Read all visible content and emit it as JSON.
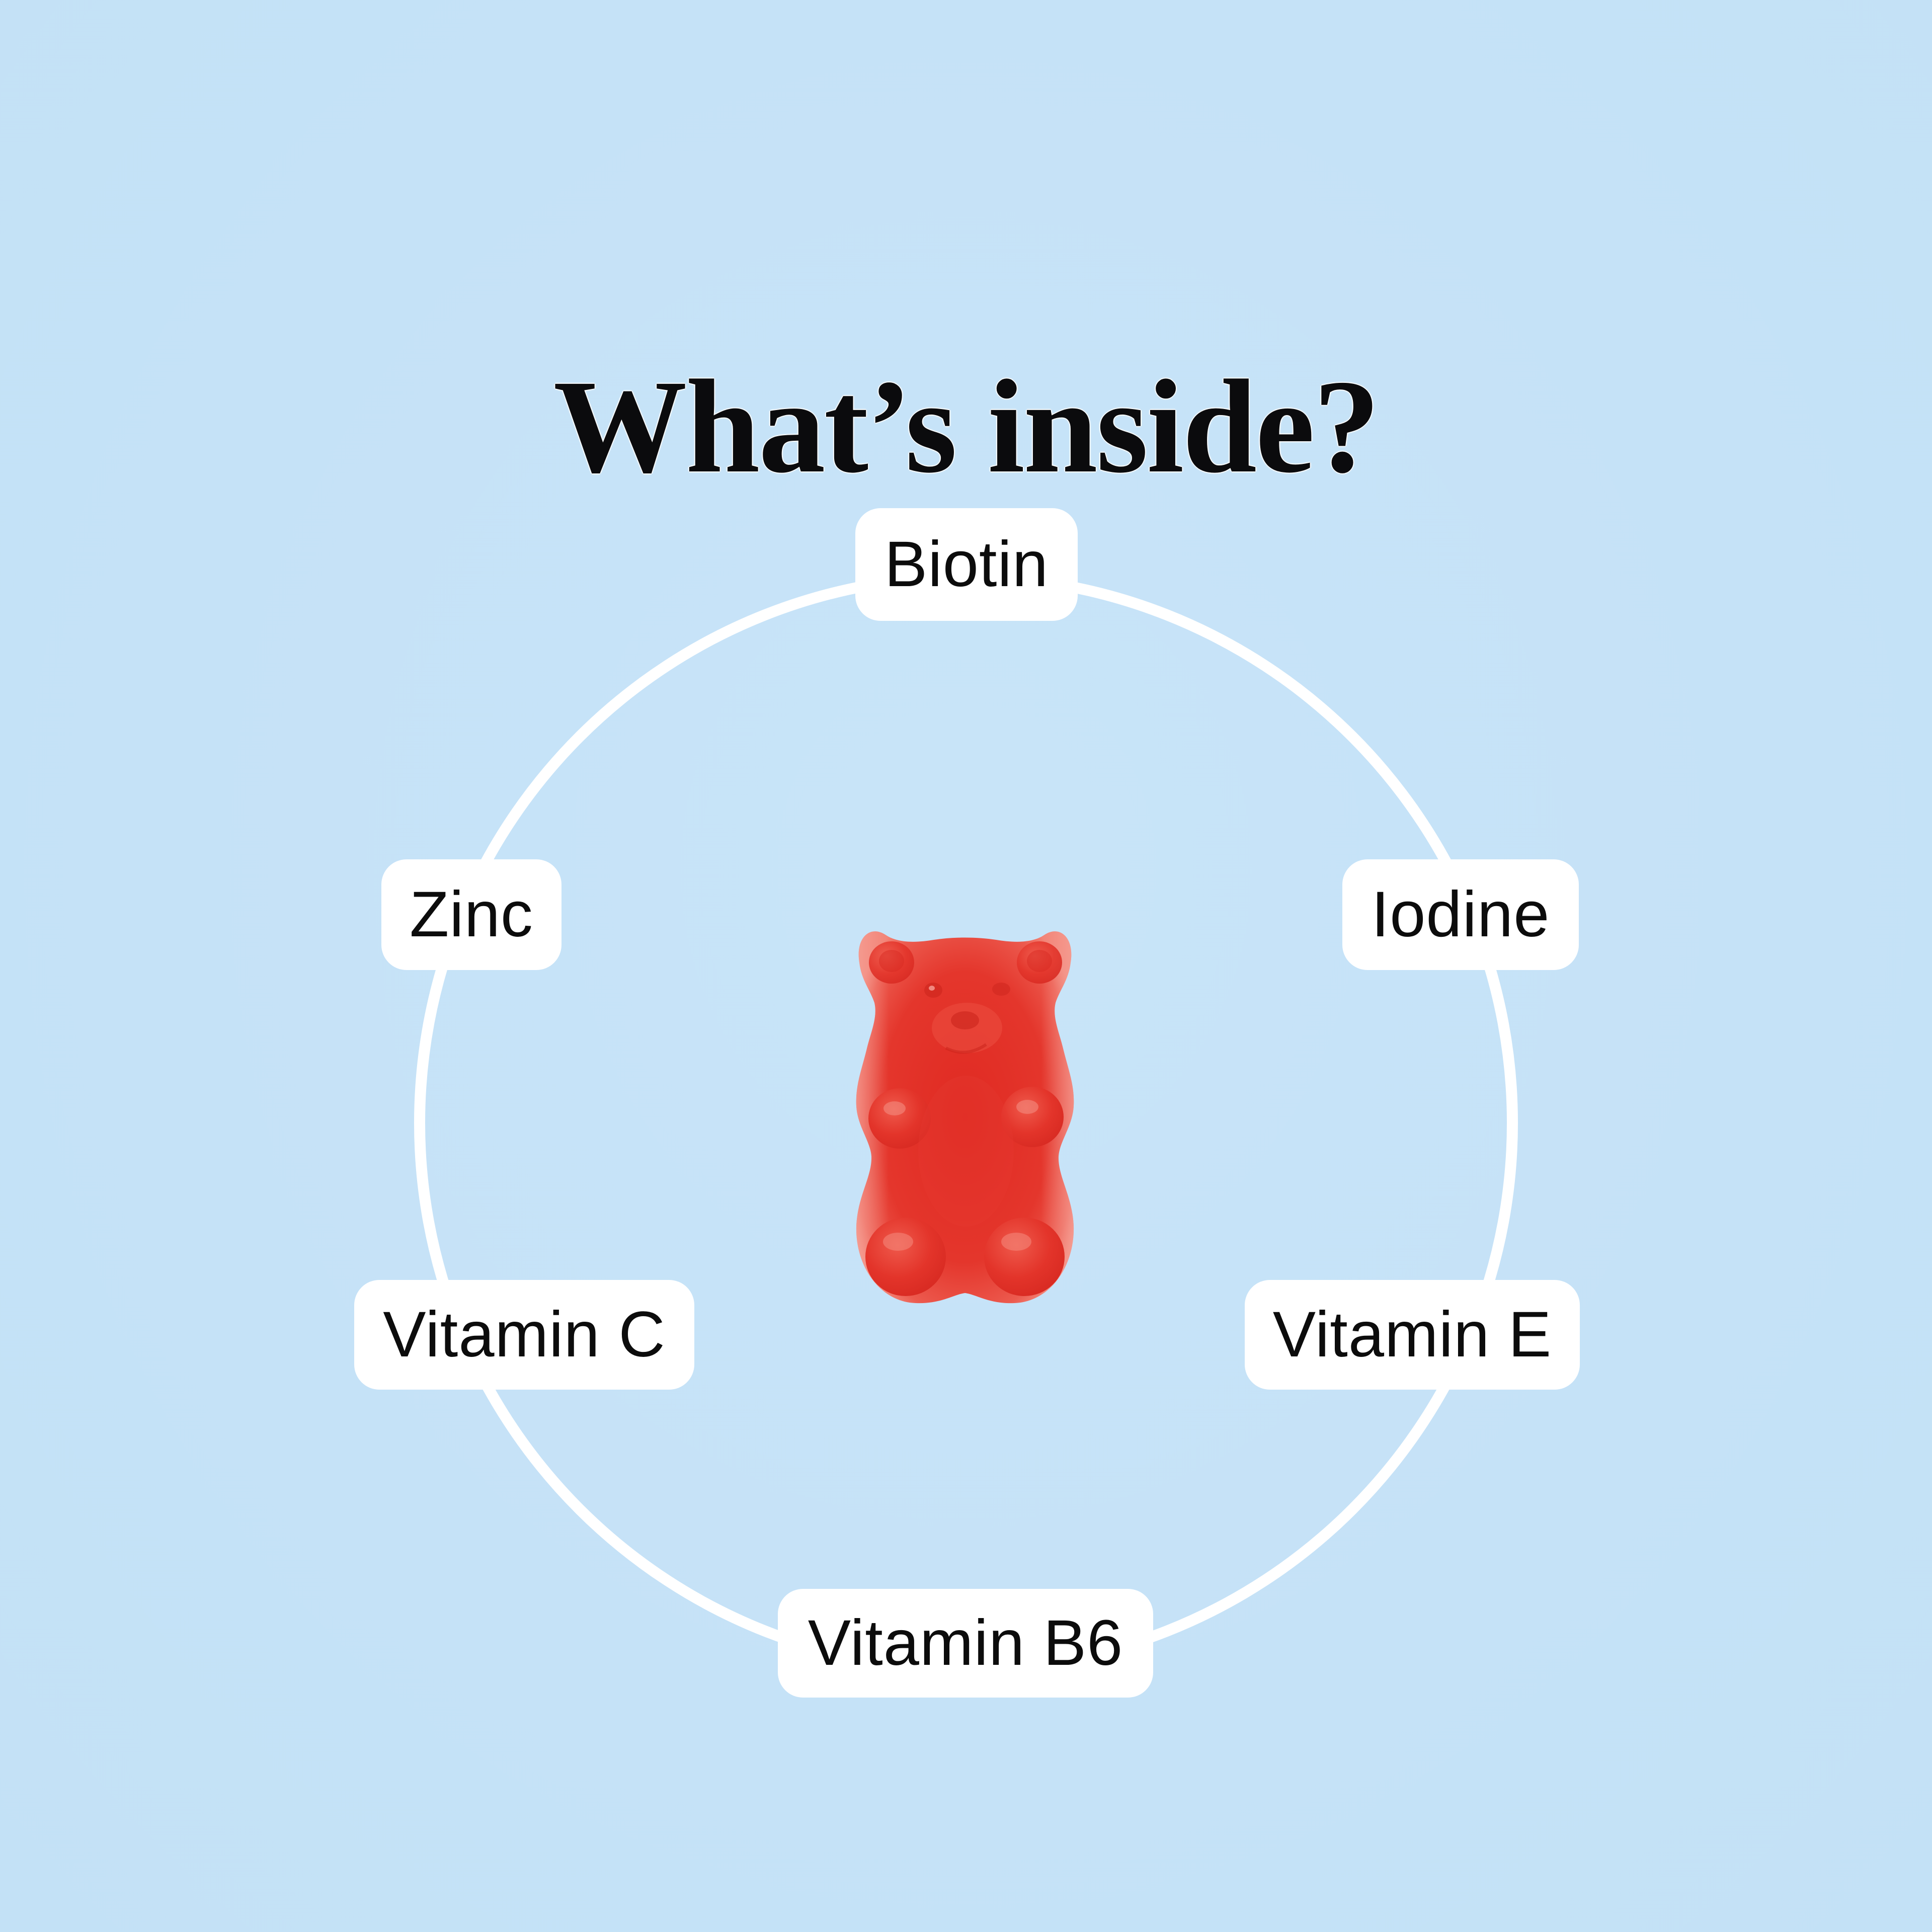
{
  "title": "What’s inside?",
  "colors": {
    "background": "#c5e3f8",
    "ring": "#ffffff",
    "pill_background": "#ffffff",
    "pill_text": "#0c0c0c",
    "title_text": "#0b0b0d",
    "bear_red": "#e4322a"
  },
  "center_image": {
    "icon": "red-gummy-bear"
  },
  "ingredients": [
    {
      "label": "Biotin"
    },
    {
      "label": "Zinc"
    },
    {
      "label": "Iodine"
    },
    {
      "label": "Vitamin C"
    },
    {
      "label": "Vitamin E"
    },
    {
      "label": "Vitamin B6"
    }
  ]
}
